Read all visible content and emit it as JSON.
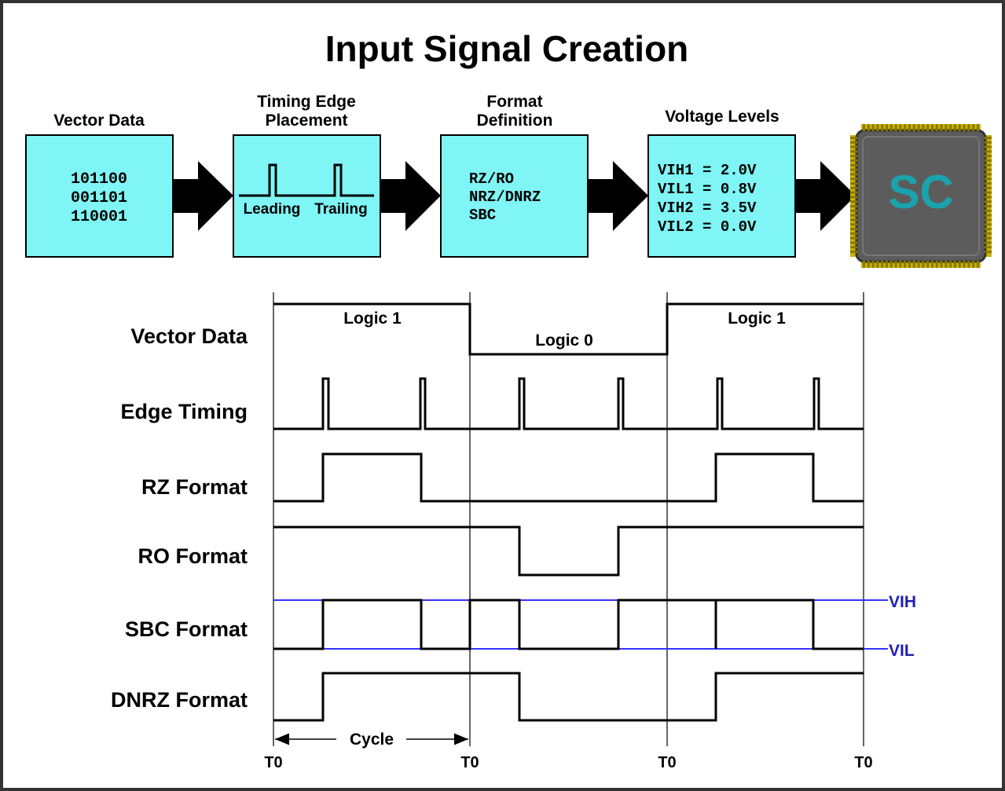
{
  "title": "Input Signal Creation",
  "stages": [
    {
      "label_lines": [
        "Vector Data"
      ],
      "content_lines": [
        "101100",
        "001101",
        "110001"
      ]
    },
    {
      "label_lines": [
        "Timing Edge",
        "Placement"
      ],
      "content_lines": [
        "Leading",
        "Trailing"
      ]
    },
    {
      "label_lines": [
        "Format",
        "Definition"
      ],
      "content_lines": [
        "RZ/RO",
        "NRZ/DNRZ",
        "SBC"
      ]
    },
    {
      "label_lines": [
        "Voltage Levels"
      ],
      "content_lines": [
        "VIH1 = 2.0V",
        "VIL1 = 0.8V",
        "VIH2 = 3.5V",
        "VIL2 = 0.0V"
      ]
    }
  ],
  "chip": {
    "logo_text": "SC",
    "logo_color": "#1ba3ad",
    "body_color": "#5c5c5c",
    "pin_color": "#c8b400"
  },
  "colors": {
    "box_fill": "#7ff5f5",
    "voltage_line": "#3333ff"
  },
  "vector_labels": [
    "Logic 1",
    "Logic 0",
    "Logic 1"
  ],
  "waveforms": [
    {
      "label": "Vector Data",
      "levels": [
        "1",
        "0",
        "1"
      ]
    },
    {
      "label": "Edge Timing",
      "pulses": "leading and trailing edge per cycle"
    },
    {
      "label": "RZ Format",
      "pulse_high_in_cycles": [
        1,
        3
      ]
    },
    {
      "label": "RO Format",
      "pulse_low_in_cycles": [
        2
      ]
    },
    {
      "label": "SBC Format"
    },
    {
      "label": "DNRZ Format"
    }
  ],
  "voltage_labels": {
    "vih": "VIH",
    "vil": "VIL"
  },
  "cycle_label": "Cycle",
  "time_labels": [
    "T0",
    "T0",
    "T0",
    "T0"
  ]
}
